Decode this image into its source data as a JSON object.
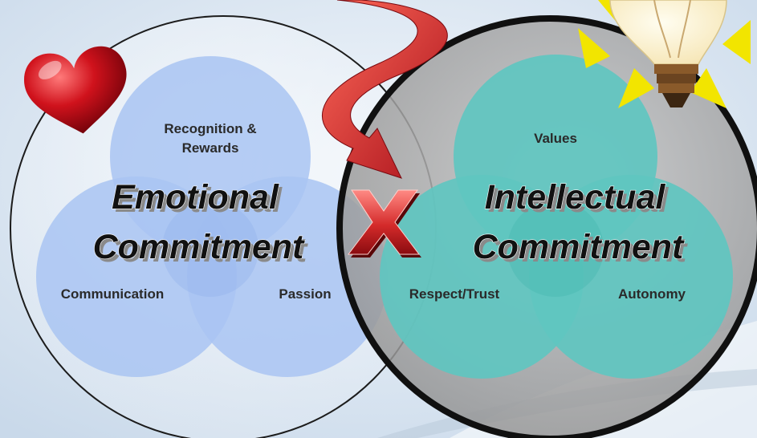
{
  "emotional": {
    "title_line1": "Emotional",
    "title_line2": "Commitment",
    "circles": [
      "Recognition &",
      "Rewards",
      "Communication",
      "Passion"
    ]
  },
  "intellectual": {
    "title_line1": "Intellectual",
    "title_line2": "Commitment",
    "circles": [
      "Values",
      "Respect/Trust",
      "Autonomy"
    ]
  },
  "icons": [
    "heart-icon",
    "lightbulb-icon",
    "curved-arrow-icon",
    "x-mark-icon"
  ],
  "colors": {
    "blue_circle": "#a9c4f2",
    "teal_circle": "#5fc6c0",
    "dark_ring": "#1a1a1a",
    "heart": "#c8141c",
    "x_mark": "#d42a2a"
  }
}
